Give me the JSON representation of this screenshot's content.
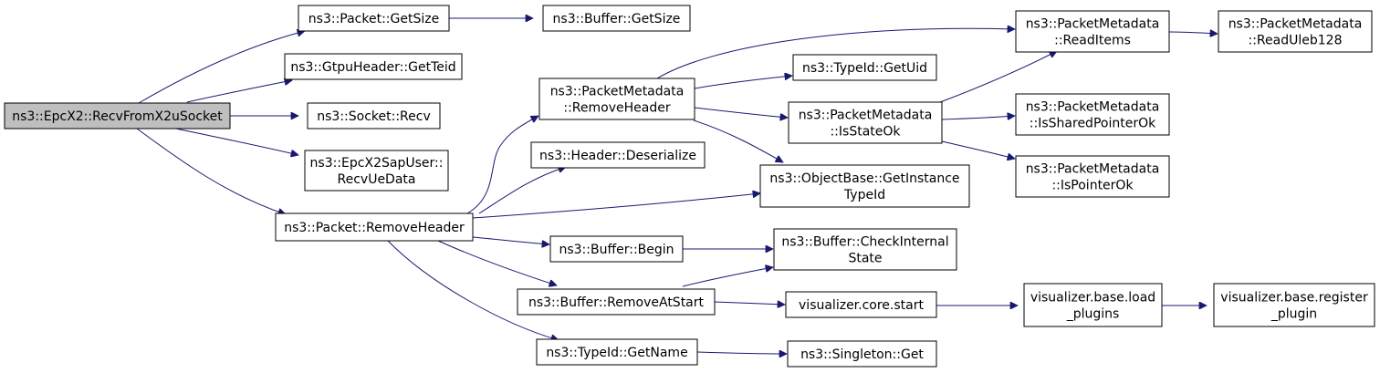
{
  "colors": {
    "edge": "#191970",
    "root_fill": "#bfbfbf",
    "node_fill": "#ffffff",
    "border": "#000000"
  },
  "nodes": {
    "recv_from_x2u_socket": [
      "ns3::EpcX2::RecvFromX2uSocket"
    ],
    "packet_getsize": [
      "ns3::Packet::GetSize"
    ],
    "buffer_getsize": [
      "ns3::Buffer::GetSize"
    ],
    "gtpuheader_getteid": [
      "ns3::GtpuHeader::GetTeid"
    ],
    "socket_recv": [
      "ns3::Socket::Recv"
    ],
    "epcx2sapuser_recvuedata": [
      "ns3::EpcX2SapUser::",
      "RecvUeData"
    ],
    "packet_removeheader": [
      "ns3::Packet::RemoveHeader"
    ],
    "packetmetadata_removeheader": [
      "ns3::PacketMetadata",
      "::RemoveHeader"
    ],
    "header_deserialize": [
      "ns3::Header::Deserialize"
    ],
    "buffer_begin": [
      "ns3::Buffer::Begin"
    ],
    "buffer_removeatstart": [
      "ns3::Buffer::RemoveAtStart"
    ],
    "typeid_getname": [
      "ns3::TypeId::GetName"
    ],
    "packetmetadata_readitems": [
      "ns3::PacketMetadata",
      "::ReadItems"
    ],
    "typeid_getuid": [
      "ns3::TypeId::GetUid"
    ],
    "packetmetadata_isstateok": [
      "ns3::PacketMetadata",
      "::IsStateOk"
    ],
    "objectbase_getinstancetypeid": [
      "ns3::ObjectBase::GetInstance",
      "TypeId"
    ],
    "buffer_checkinternalstate": [
      "ns3::Buffer::CheckInternal",
      "State"
    ],
    "visualizer_core_start": [
      "visualizer.core.start"
    ],
    "singleton_get": [
      "ns3::Singleton::Get"
    ],
    "packetmetadata_readuleb128": [
      "ns3::PacketMetadata",
      "::ReadUleb128"
    ],
    "packetmetadata_issharedpointerok": [
      "ns3::PacketMetadata",
      "::IsSharedPointerOk"
    ],
    "packetmetadata_ispointerok": [
      "ns3::PacketMetadata",
      "::IsPointerOk"
    ],
    "visualizer_base_load_plugins": [
      "visualizer.base.load",
      "_plugins"
    ],
    "visualizer_base_register_plugin": [
      "visualizer.base.register",
      "_plugin"
    ]
  }
}
